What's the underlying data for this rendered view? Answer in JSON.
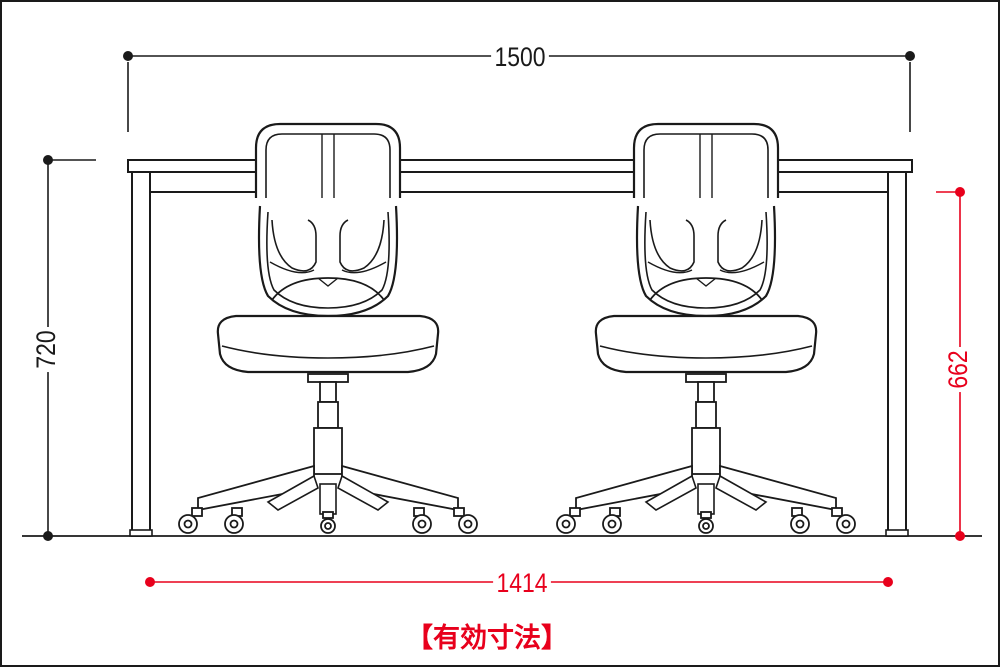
{
  "dimensions": {
    "width_overall": "1500",
    "height_overall": "720",
    "width_effective": "1414",
    "height_effective": "662"
  },
  "note": "【有効寸法】",
  "colors": {
    "line": "#1a1a1a",
    "accent": "#e8001c",
    "background": "#ffffff"
  }
}
